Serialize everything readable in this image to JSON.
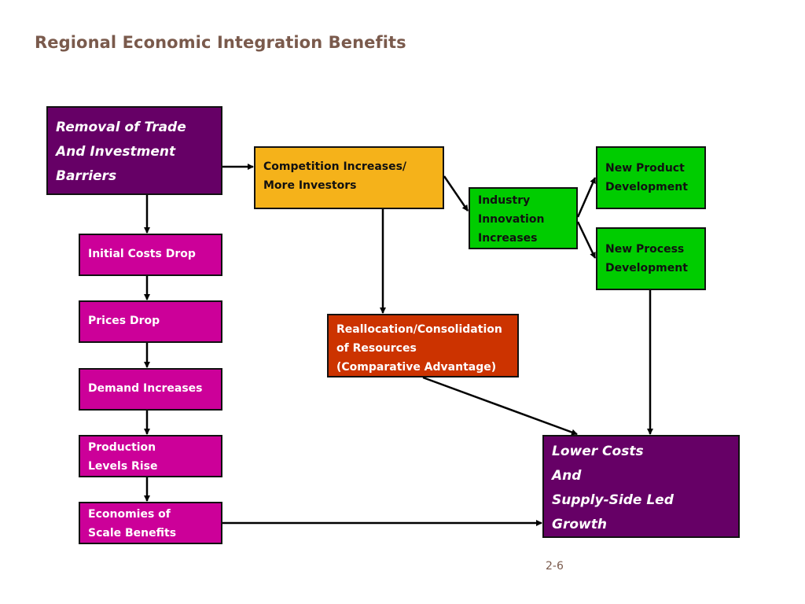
{
  "title": "Regional Economic Integration Benefits",
  "page_number": "2-6",
  "boxes": {
    "removal": "Removal of Trade\nAnd Investment\nBarriers",
    "initial_costs": "Initial Costs Drop",
    "prices": "Prices Drop",
    "demand": "Demand Increases",
    "production": "Production\nLevels Rise",
    "economies": "Economies of\nScale Benefits",
    "competition": "Competition Increases/\nMore Investors",
    "innovation": "Industry\nInnovation\nIncreases",
    "new_product": "New Product\nDevelopment",
    "new_process": "New Process\nDevelopment",
    "reallocation": "Reallocation/Consolidation\nof Resources\n(Comparative Advantage)",
    "lower_costs": "Lower Costs\nAnd\nSupply-Side Led\nGrowth"
  },
  "colors": {
    "title": "#7a5a4c",
    "dark_purple": "#660066",
    "magenta": "#cc0099",
    "orange": "#f5b21a",
    "green": "#00cc00",
    "red": "#cc3300"
  }
}
